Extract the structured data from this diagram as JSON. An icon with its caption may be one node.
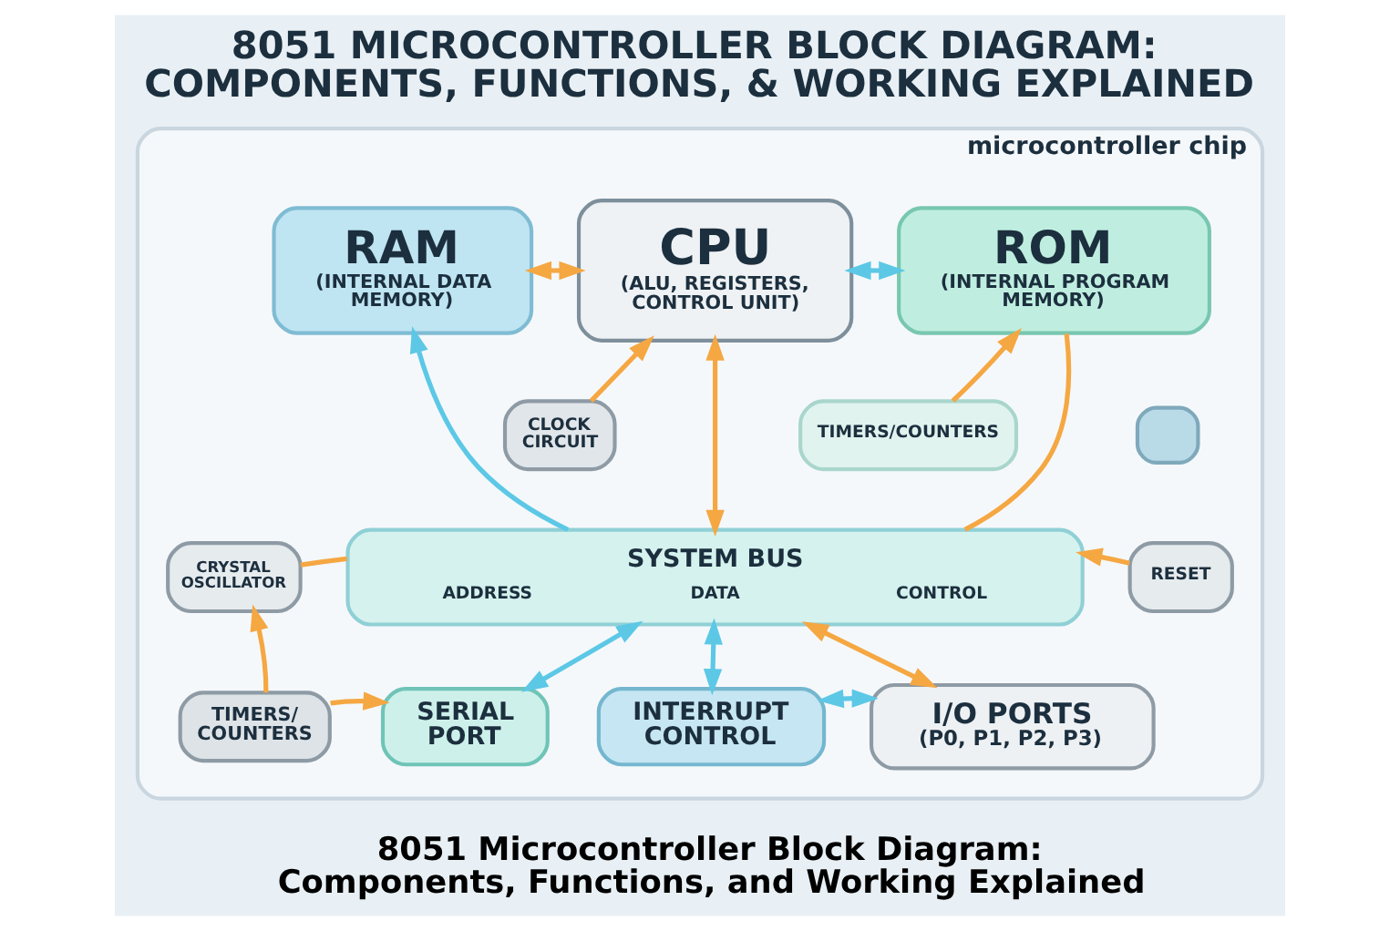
{
  "diagram": {
    "title": "8051 MICROCONTROLLER BLOCK DIAGRAM: COMPONENTS, FUNCTIONS, & WORKING EXPLAINED",
    "caption": "8051 Microcontroller Block Diagram: Components, Functions, and Working Explained",
    "nodes": [
      {
        "text": [
          "microcontroller chip"
        ]
      },
      {
        "text": [
          "RAM",
          "(INTERNAL DATA MEMORY)"
        ],
        "in": 0
      },
      {
        "text": [
          "CPU",
          "(ALU, REGISTERS, CONTROL UNIT)"
        ],
        "in": 0
      },
      {
        "text": [
          "ROM",
          "(INTERNAL PROGRAM MEMORY)"
        ],
        "in": 0
      },
      {
        "text": [
          "CLOCK CIRCUIT"
        ],
        "in": 0
      },
      {
        "text": [
          "TIMERS/COUNTERS"
        ],
        "in": 0
      },
      {
        "text": [],
        "shape": "box",
        "in": 0
      },
      {
        "text": [
          "SYSTEM BUS",
          "ADDRESS",
          "DATA",
          "CONTROL"
        ],
        "in": 0
      },
      {
        "text": [
          "CRYSTAL OSCILLATOR"
        ],
        "in": 0
      },
      {
        "text": [
          "RESET"
        ],
        "in": 0
      },
      {
        "text": [
          "TIMERS/ COUNTERS"
        ],
        "in": 0
      },
      {
        "text": [
          "SERIAL PORT"
        ],
        "in": 0
      },
      {
        "text": [
          "INTERRUPT CONTROL"
        ],
        "in": 0
      },
      {
        "text": [
          "I/O PORTS",
          "(P0, P1, P2, P3)"
        ],
        "in": 0
      }
    ],
    "edges": [
      {
        "from": 1,
        "to": 2,
        "arrow": "both"
      },
      {
        "from": 2,
        "to": 3,
        "arrow": "both",
        "color": "#5cc8e6"
      },
      {
        "from": 4,
        "to": 2,
        "arrow": "to"
      },
      {
        "from": 7,
        "to": 1,
        "arrow": "to",
        "color": "#5cc8e6"
      },
      {
        "from": 2,
        "to": 7,
        "arrow": "both"
      },
      {
        "from": 3,
        "to": 7,
        "arrow": "none"
      },
      {
        "from": 5,
        "to": 3,
        "arrow": "to"
      },
      {
        "from": 8,
        "to": 7,
        "arrow": "none"
      },
      {
        "from": 9,
        "to": 7,
        "arrow": "to"
      },
      {
        "from": 10,
        "to": 8,
        "arrow": "to"
      },
      {
        "from": 10,
        "to": 11,
        "arrow": "to"
      },
      {
        "from": 7,
        "to": 11,
        "arrow": "both",
        "color": "#5cc8e6"
      },
      {
        "from": 7,
        "to": 12,
        "arrow": "both",
        "color": "#5cc8e6"
      },
      {
        "from": 7,
        "to": 13,
        "arrow": "both"
      },
      {
        "from": 12,
        "to": 13,
        "arrow": "both",
        "color": "#5cc8e6"
      }
    ]
  }
}
